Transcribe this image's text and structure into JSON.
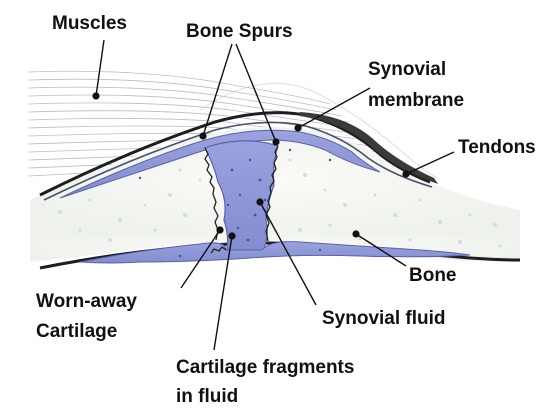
{
  "labels": {
    "muscles": "Muscles",
    "bone_spurs": "Bone Spurs",
    "synovial_membrane_1": "Synovial",
    "synovial_membrane_2": "membrane",
    "tendons": "Tendons",
    "bone": "Bone",
    "worn_away_1": "Worn-away",
    "worn_away_2": "Cartilage",
    "synovial_fluid": "Synovial fluid",
    "fragments_1": "Cartilage fragments",
    "fragments_2": "in fluid"
  },
  "colors": {
    "fluid": "#8f98d8",
    "fluid_edge": "#5a62a8",
    "bone_fill": "#f7f8f4",
    "bone_speckle": "#cfdde6",
    "capsule": "#1e1e1e",
    "muscle_lines": "#aab3b6",
    "leader": "#111111",
    "text": "#111111"
  }
}
